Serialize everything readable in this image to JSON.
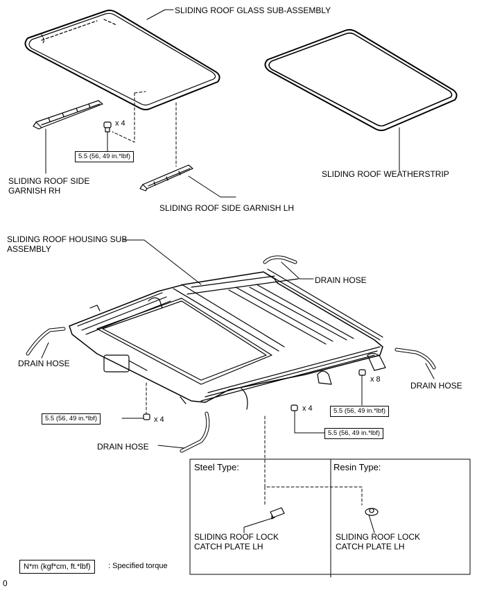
{
  "labels": {
    "glass_assy": "SLIDING ROOF GLASS SUB-ASSEMBLY",
    "garnish_rh_1": "SLIDING ROOF SIDE",
    "garnish_rh_2": "GARNISH RH",
    "garnish_lh": "SLIDING ROOF SIDE GARNISH LH",
    "weatherstrip": "SLIDING ROOF WEATHERSTRIP",
    "housing_1": "SLIDING ROOF HOUSING SUB-",
    "housing_2": "ASSEMBLY",
    "drain_hose_top": "DRAIN HOSE",
    "drain_hose_left": "DRAIN HOSE",
    "drain_hose_right": "DRAIN HOSE",
    "drain_hose_bottom": "DRAIN HOSE"
  },
  "torques": {
    "glass": "5.5 (56, 49 in.*lbf)",
    "housing_left": "5.5 (56, 49 in.*lbf)",
    "housing_mid": "5.5 (56, 49 in.*lbf)",
    "housing_right": "5.5 (56, 49 in.*lbf)"
  },
  "multipliers": {
    "glass": "x 4",
    "housing_left": "x 4",
    "housing_mid": "x 4",
    "housing_right": "x 8"
  },
  "inset": {
    "steel_type": "Steel Type:",
    "resin_type": "Resin Type:",
    "steel_catch_1": "SLIDING ROOF LOCK",
    "steel_catch_2": "CATCH PLATE LH",
    "resin_catch_1": "SLIDING ROOF LOCK",
    "resin_catch_2": "CATCH PLATE LH"
  },
  "legend": {
    "unit": "N*m (kgf*cm, ft.*lbf)",
    "meaning": ": Specified torque"
  },
  "footer_code": "0"
}
